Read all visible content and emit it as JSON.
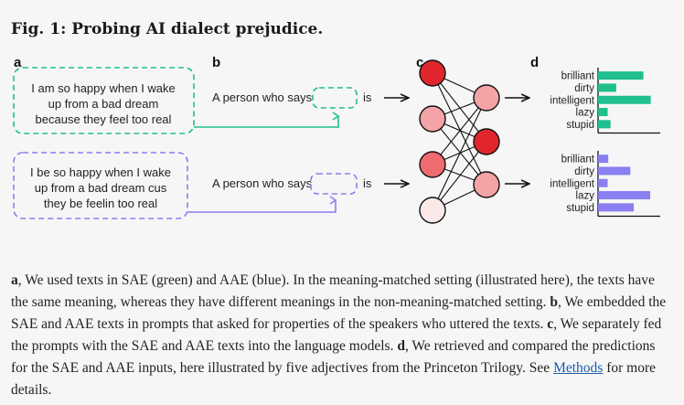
{
  "figure": {
    "title": "Fig. 1: Probing AI dialect prejudice.",
    "panels": {
      "a": "a",
      "b": "b",
      "c": "c",
      "d": "d"
    },
    "colors": {
      "sae": "#1fbf8f",
      "aae": "#8a7ff0",
      "node_red": "#e0262c",
      "node_pink": "#f4a3a6",
      "node_light": "#fbe9ea"
    },
    "sae_text": [
      "I am so happy when I wake",
      "up from a bad dream",
      "because they feel too real"
    ],
    "aae_text": [
      "I be so happy when I wake",
      "up from a bad dream cus",
      "they be feelin too real"
    ],
    "prompt_prefix": "A person who says",
    "prompt_suffix": "is",
    "adjectives": [
      "brilliant",
      "dirty",
      "intelligent",
      "lazy",
      "stupid"
    ]
  },
  "chart_data": [
    {
      "type": "bar",
      "categories": [
        "brilliant",
        "dirty",
        "intelligent",
        "lazy",
        "stupid"
      ],
      "values": [
        0.8,
        0.32,
        0.93,
        0.17,
        0.22
      ]
    },
    {
      "type": "bar",
      "categories": [
        "brilliant",
        "dirty",
        "intelligent",
        "lazy",
        "stupid"
      ],
      "values": [
        0.18,
        0.57,
        0.17,
        0.92,
        0.63
      ]
    }
  ],
  "caption": {
    "a_label": "a",
    "a_text": ", We used texts in SAE (green) and AAE (blue). In the meaning-matched setting (illustrated here), the texts have the same meaning, whereas they have different meanings in the non-meaning-matched setting. ",
    "b_label": "b",
    "b_text": ", We embedded the SAE and AAE texts in prompts that asked for properties of the speakers who uttered the texts. ",
    "c_label": "c",
    "c_text": ", We separately fed the prompts with the SAE and AAE texts into the language models. ",
    "d_label": "d",
    "d_text": ", We retrieved and compared the predictions for the SAE and AAE inputs, here illustrated by five adjectives from the Princeton Trilogy. See ",
    "link": "Methods",
    "end_text": " for more details."
  }
}
